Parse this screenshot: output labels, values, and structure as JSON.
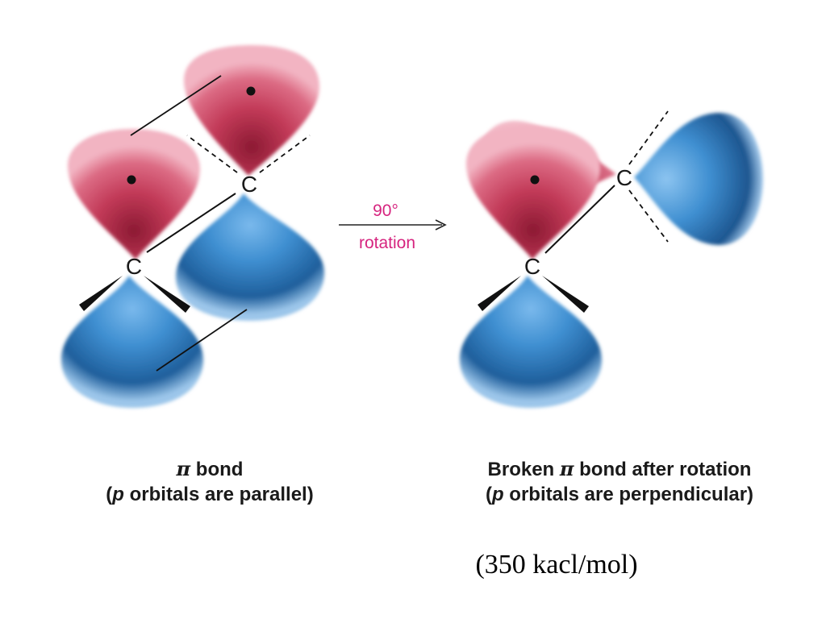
{
  "colors": {
    "red_lobe": "#d2526e",
    "blue_lobe": "#3f8fd1",
    "accent_text": "#d6247f"
  },
  "diagram": {
    "atom_symbol": "C",
    "arrow": {
      "angle_text": "90°",
      "action_text": "rotation"
    }
  },
  "captions": {
    "left": {
      "pi_symbol": "π",
      "line1_rest": " bond",
      "line2_open": "(",
      "line2_p": "p",
      "line2_rest": " orbitals are parallel)"
    },
    "right": {
      "line1_start": "Broken ",
      "pi_symbol": "π",
      "line1_rest": " bond after rotation",
      "line2_open": "(",
      "line2_p": "p",
      "line2_rest": " orbitals are perpendicular)"
    }
  },
  "energy_note": "(350 kacl/mol)"
}
